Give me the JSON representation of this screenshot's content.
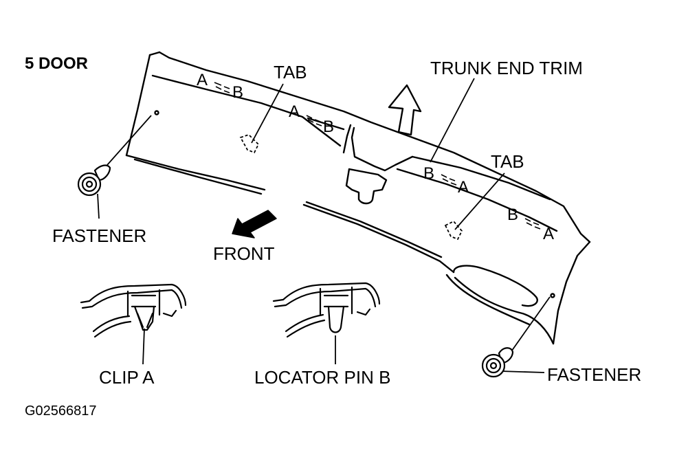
{
  "diagram": {
    "title": "5 DOOR",
    "figure_code": "G02566817",
    "labels": {
      "trunk_end_trim": "TRUNK END TRIM",
      "tab_left": "TAB",
      "tab_right": "TAB",
      "fastener_left": "FASTENER",
      "fastener_right": "FASTENER",
      "front": "FRONT",
      "clip_a": "CLIP A",
      "locator_pin_b": "LOCATOR PIN B"
    },
    "pairs": {
      "a_b_1_a": "A",
      "a_b_1_b": "B",
      "a_b_2_a": "A",
      "a_b_2_b": "B",
      "b_a_1_b": "B",
      "b_a_1_a": "A",
      "b_a_2_b": "B",
      "b_a_2_a": "A"
    },
    "icons": {
      "up_arrow": "up-arrow-icon",
      "front_arrow": "front-arrow-icon"
    },
    "colors": {
      "ink": "#000000",
      "paper": "#ffffff"
    }
  }
}
